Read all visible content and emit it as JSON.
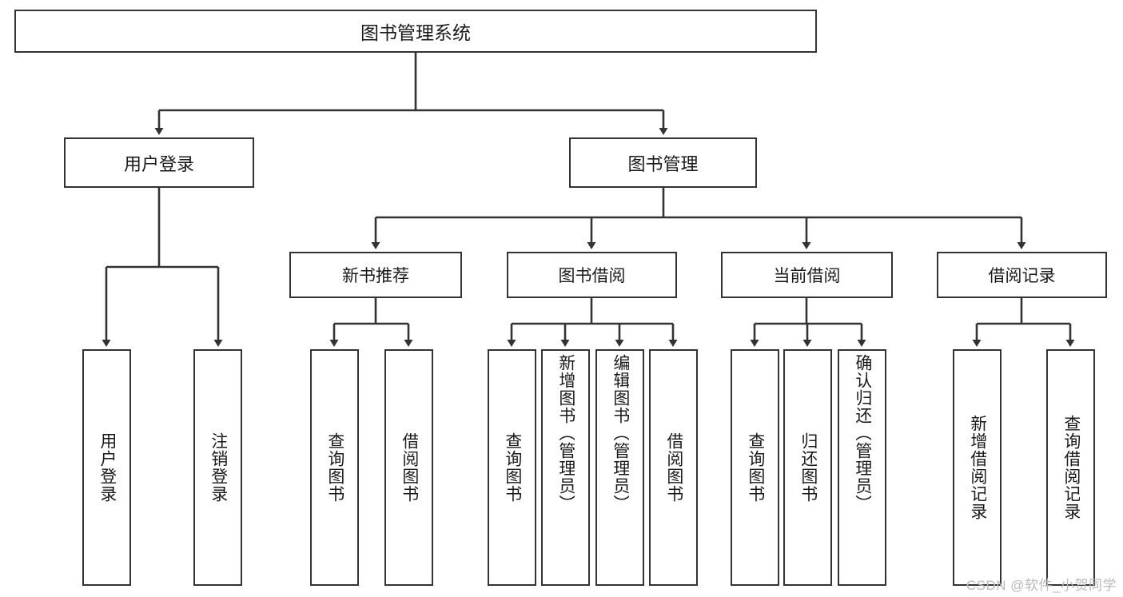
{
  "diagram": {
    "title": "图书管理系统",
    "type": "tree-hierarchy-diagram",
    "root": {
      "label": "图书管理系统"
    },
    "level1": [
      {
        "label": "用户登录"
      },
      {
        "label": "图书管理"
      }
    ],
    "level2": [
      {
        "label": "新书推荐"
      },
      {
        "label": "图书借阅"
      },
      {
        "label": "当前借阅"
      },
      {
        "label": "借阅记录"
      }
    ],
    "leaves": {
      "user_login": [
        {
          "label": "用户登录"
        },
        {
          "label": "注销登录"
        }
      ],
      "new_book_recommend": [
        {
          "label": "查询图书"
        },
        {
          "label": "借阅图书"
        }
      ],
      "book_borrow": [
        {
          "label": "查询图书"
        },
        {
          "label": "新增图书（管理员）"
        },
        {
          "label": "编辑图书（管理员）"
        },
        {
          "label": "借阅图书"
        }
      ],
      "current_borrow": [
        {
          "label": "查询图书"
        },
        {
          "label": "归还图书"
        },
        {
          "label": "确认归还（管理员）"
        }
      ],
      "borrow_record": [
        {
          "label": "新增借阅记录"
        },
        {
          "label": "查询借阅记录"
        }
      ]
    }
  },
  "watermark": {
    "text": "CSDN @软件_小贺同学"
  },
  "colors": {
    "box_border": "#333333",
    "background": "#ffffff",
    "line": "#333333",
    "watermark": "#b9b9b9"
  }
}
